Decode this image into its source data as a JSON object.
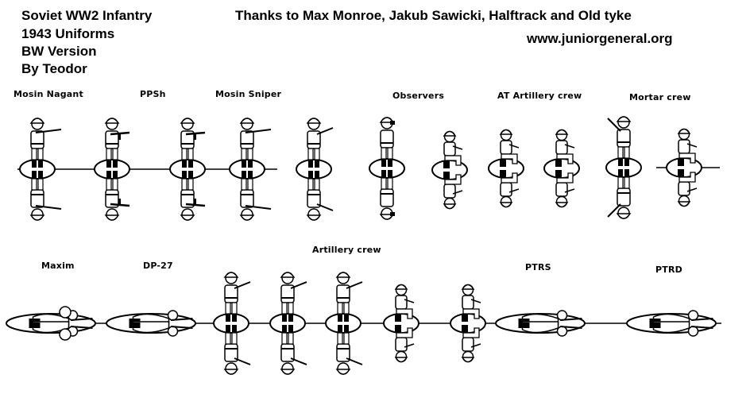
{
  "header": {
    "title_lines": [
      "Soviet WW2 Infantry",
      "1943 Uniforms",
      "BW Version",
      "By Teodor"
    ],
    "credits": "Thanks to Max Monroe,  Jakub Sawicki, Halftrack and Old tyke",
    "website": "www.juniorgeneral.org"
  },
  "labels": {
    "mosin_nagant": "Mosin Nagant",
    "ppsh": "PPSh",
    "mosin_sniper": "Mosin Sniper",
    "observers": "Observers",
    "at_artillery_crew": "AT Artillery crew",
    "mortar_crew": "Mortar crew",
    "artillery_crew": "Artillery crew",
    "maxim": "Maxim",
    "dp27": "DP-27",
    "ptrs": "PTRS",
    "ptrd": "PTRD"
  },
  "colors": {
    "ink": "#000000",
    "paper": "#ffffff"
  }
}
